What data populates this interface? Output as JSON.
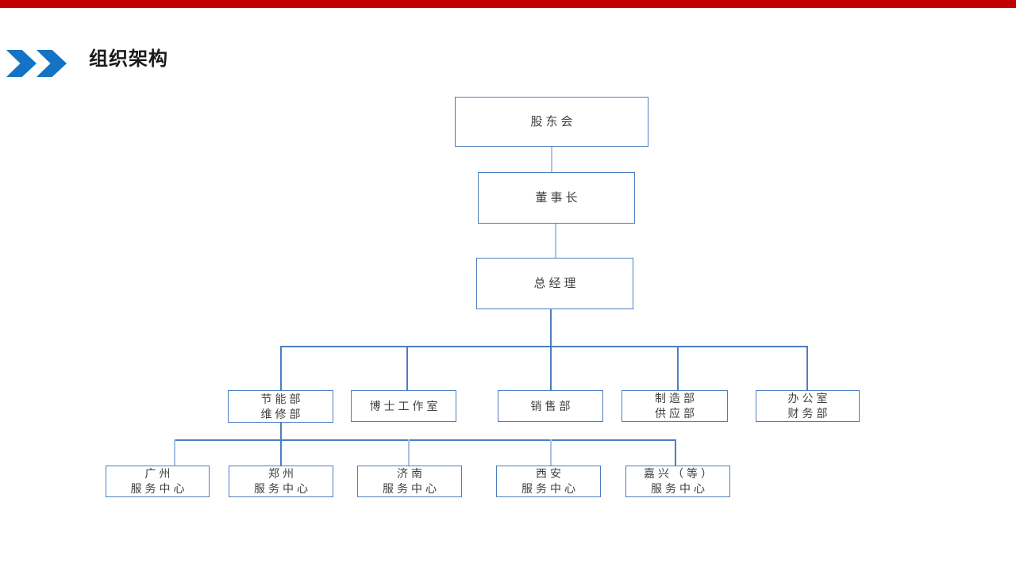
{
  "page": {
    "top_bar_color": "#c00000",
    "background_color": "#ffffff"
  },
  "header": {
    "title": "组织架构",
    "accent_color": "#1473c5",
    "title_color": "#1a1a1a"
  },
  "org": {
    "colors": {
      "box_border": "#4d7ebf",
      "connector": "#4d7ebf",
      "connector_light": "#a9c2e4",
      "text": "#404040"
    },
    "nodes": [
      {
        "name": "shareholders-meeting",
        "line1": "股东会"
      },
      {
        "name": "chairman",
        "line1": "董事长"
      },
      {
        "name": "general-manager",
        "line1": "总经理"
      },
      {
        "name": "energy-maintenance-dept",
        "line1": "节能部",
        "line2": "维修部"
      },
      {
        "name": "doctor-studio",
        "line1": "博士工作室"
      },
      {
        "name": "sales-dept",
        "line1": "销售部"
      },
      {
        "name": "manufacturing-supply-dept",
        "line1": "制造部",
        "line2": "供应部"
      },
      {
        "name": "office-finance-dept",
        "line1": "办公室",
        "line2": "财务部"
      },
      {
        "name": "guangzhou-service-center",
        "line1": "广州",
        "line2": "服务中心"
      },
      {
        "name": "zhengzhou-service-center",
        "line1": "郑州",
        "line2": "服务中心"
      },
      {
        "name": "jinan-service-center",
        "line1": "济南",
        "line2": "服务中心"
      },
      {
        "name": "xian-service-center",
        "line1": "西安",
        "line2": "服务中心"
      },
      {
        "name": "jiaxing-service-center",
        "line1": "嘉兴（等）",
        "line2": "服务中心"
      }
    ]
  }
}
